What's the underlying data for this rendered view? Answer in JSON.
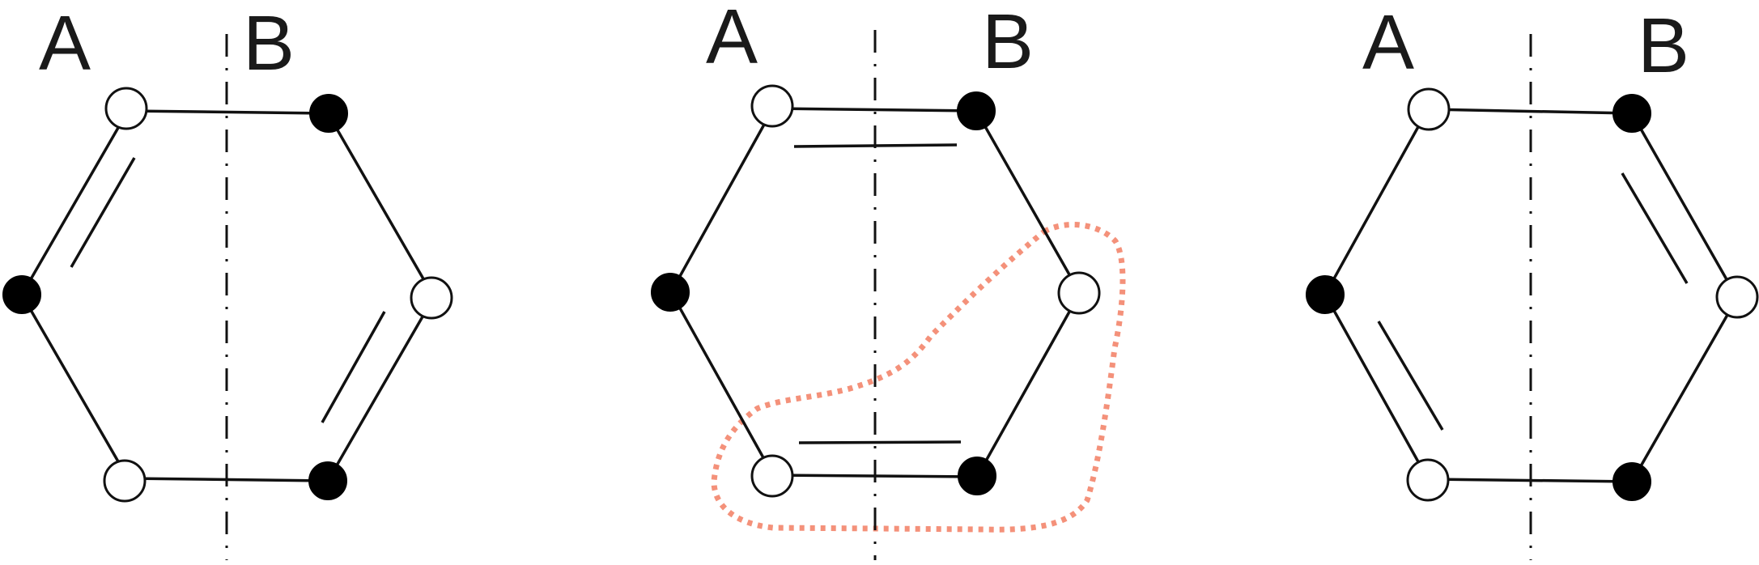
{
  "diagram": {
    "panels": [
      {
        "id": "left",
        "label_a": "A",
        "label_b": "B"
      },
      {
        "id": "middle",
        "label_a": "A",
        "label_b": "B"
      },
      {
        "id": "right",
        "label_a": "A",
        "label_b": "B"
      }
    ],
    "colors": {
      "line": "#111111",
      "filled_atom": "#000000",
      "open_atom": "#ffffff",
      "highlight": "#f4917a"
    }
  }
}
